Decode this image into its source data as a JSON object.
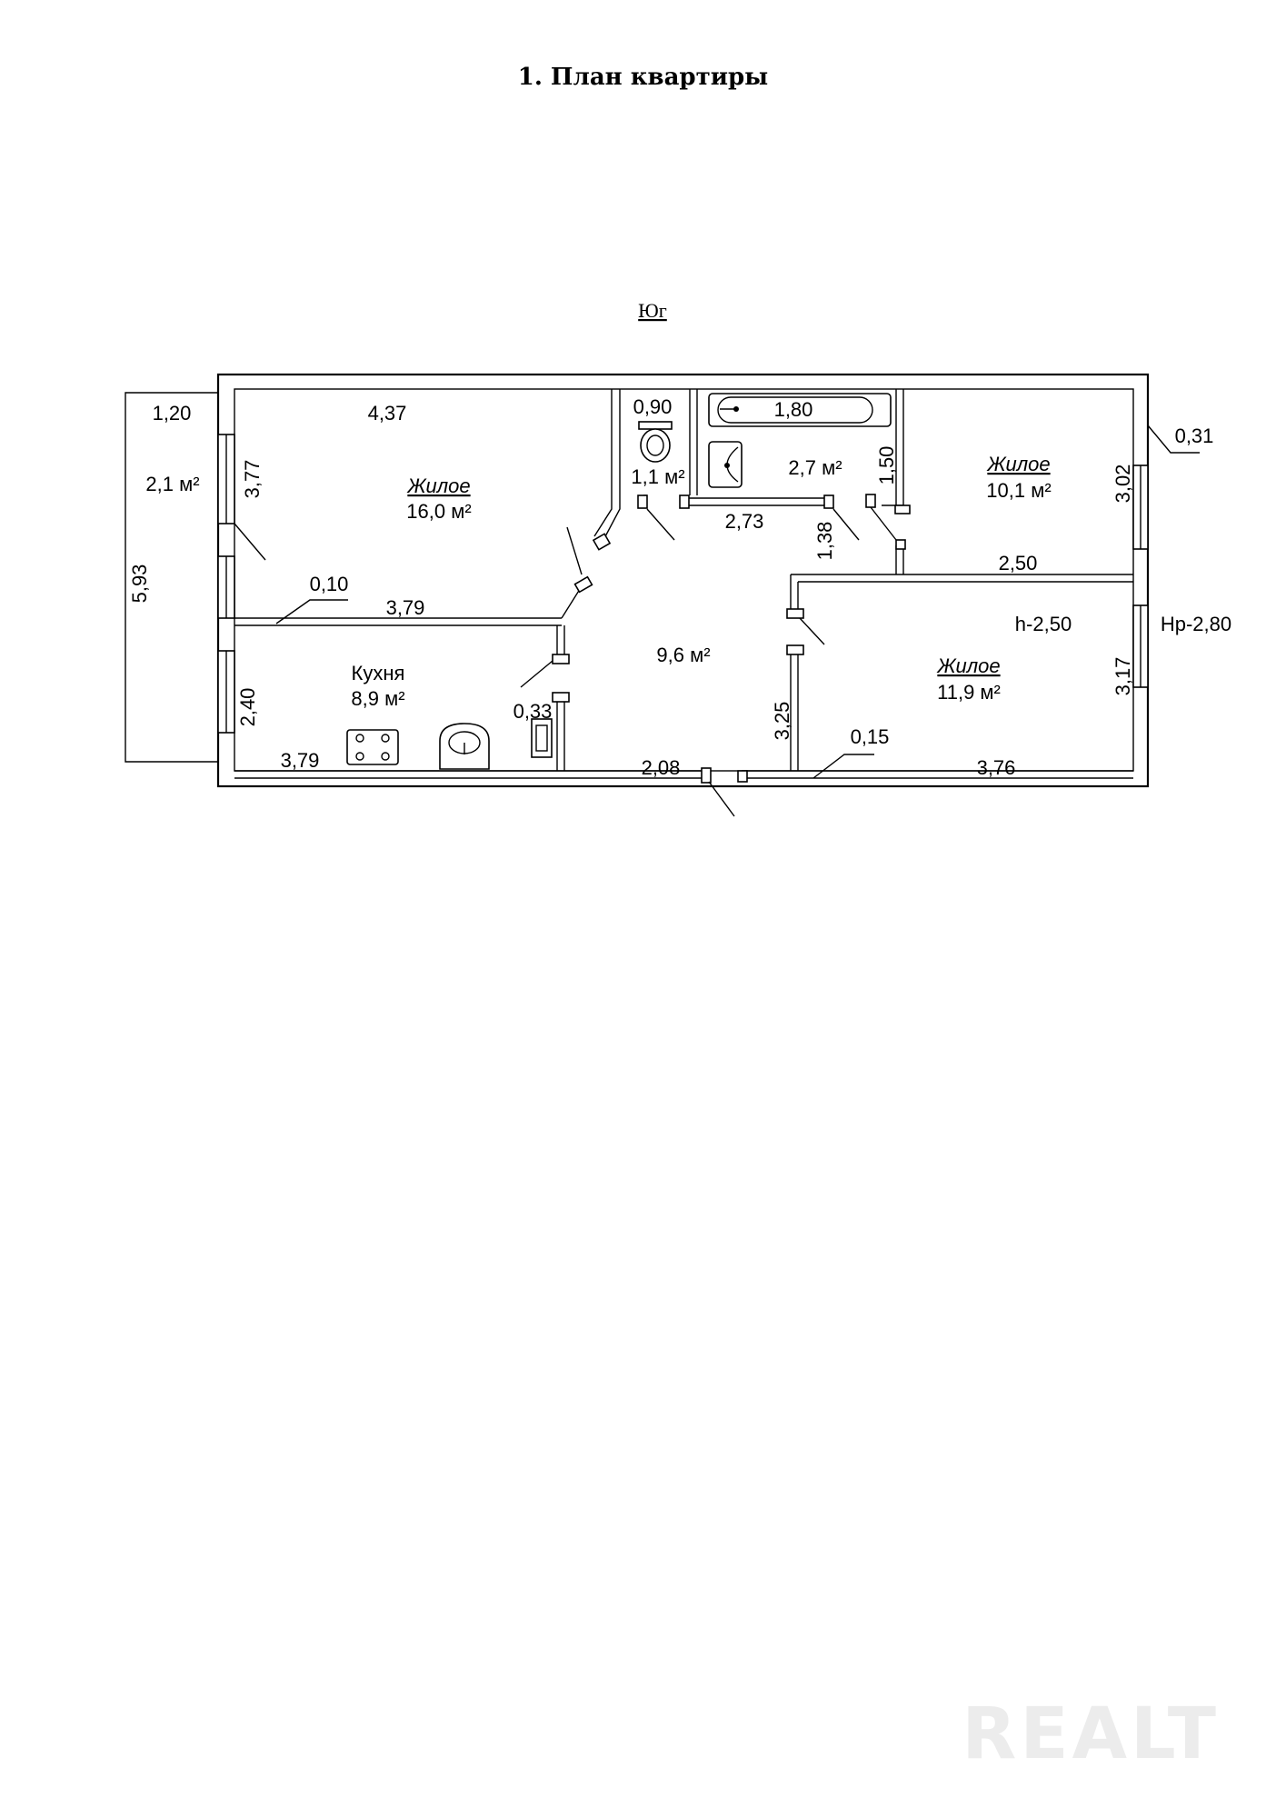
{
  "title": "1. План квартиры",
  "orientation": "Юг",
  "rooms": {
    "living_a": {
      "name": "Жилое",
      "area": "16,0 м²"
    },
    "living_b": {
      "name": "Жилое",
      "area": "10,1 м²"
    },
    "living_c": {
      "name": "Жилое",
      "area": "11,9 м²"
    },
    "kitchen": {
      "name": "Кухня",
      "area": "8,9 м²"
    },
    "hall": {
      "area": "9,6 м²"
    },
    "wc": {
      "area": "1,1 м²"
    },
    "bath": {
      "area": "2,7 м²"
    },
    "balcony": {
      "area": "2,1 м²"
    }
  },
  "dims": {
    "d120": "1,20",
    "d437": "4,37",
    "d090": "0,90",
    "d180": "1,80",
    "d031": "0,31",
    "d377": "3,77",
    "d150": "1,50",
    "d302": "3,02",
    "d273": "2,73",
    "d138": "1,38",
    "d593": "5,93",
    "d010": "0,10",
    "d379a": "3,79",
    "d250": "2,50",
    "h250": "h-2,50",
    "hp280": "Hp-2,80",
    "d240": "2,40",
    "d033": "0,33",
    "d317": "3,17",
    "d325": "3,25",
    "d015": "0,15",
    "d379b": "3,79",
    "d208": "2,08",
    "d376": "3,76"
  },
  "watermark": "REALT"
}
